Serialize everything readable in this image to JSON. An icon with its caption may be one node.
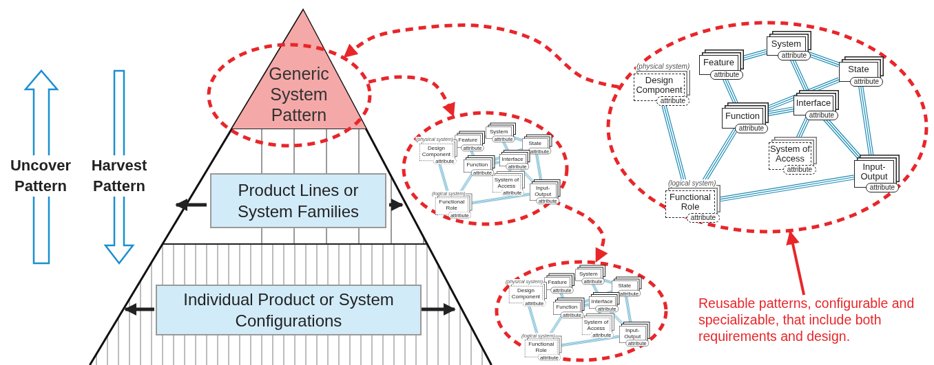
{
  "diagram": {
    "nodes": [
      {
        "text": [
          "Generic System Pattern"
        ]
      },
      {
        "text": [],
        "shape": "ellipse"
      },
      {
        "text": [
          "Product Lines or System Families"
        ]
      },
      {
        "text": [
          "Individual Product or System Configurations"
        ]
      },
      {
        "text": [],
        "shape": "ellipse"
      },
      {
        "text": [
          "System",
          "attribute"
        ],
        "in": 4
      },
      {
        "text": [
          "Feature",
          "attribute"
        ],
        "in": 4
      },
      {
        "text": [
          "State",
          "attribute"
        ],
        "in": 4
      },
      {
        "text": [
          "Design Component",
          "attribute"
        ],
        "in": 4,
        "beside": [
          "(physical system)"
        ]
      },
      {
        "text": [
          "Interface",
          "attribute"
        ],
        "in": 4
      },
      {
        "text": [
          "Function",
          "attribute"
        ],
        "in": 4
      },
      {
        "text": [
          "System of Access",
          "attribute"
        ],
        "in": 4
      },
      {
        "text": [
          "Input-Output",
          "attribute"
        ],
        "in": 4
      },
      {
        "text": [
          "Functional Role",
          "attribute"
        ],
        "in": 4,
        "beside": [
          "(logical system)"
        ]
      },
      {
        "text": [],
        "shape": "ellipse"
      },
      {
        "text": [
          "System",
          "attribute"
        ],
        "in": 14
      },
      {
        "text": [
          "Feature",
          "attribute"
        ],
        "in": 14
      },
      {
        "text": [
          "State",
          "attribute"
        ],
        "in": 14
      },
      {
        "text": [
          "Design Component",
          "attribute"
        ],
        "in": 14,
        "beside": [
          "(physical system)"
        ]
      },
      {
        "text": [
          "Interface",
          "attribute"
        ],
        "in": 14
      },
      {
        "text": [
          "Function",
          "attribute"
        ],
        "in": 14
      },
      {
        "text": [
          "System of Access",
          "attribute"
        ],
        "in": 14
      },
      {
        "text": [
          "Input-Output",
          "attribute"
        ],
        "in": 14
      },
      {
        "text": [
          "Functional Role",
          "attribute"
        ],
        "in": 14,
        "beside": [
          "(logical system)"
        ]
      },
      {
        "text": [],
        "shape": "ellipse"
      },
      {
        "text": [
          "System",
          "attribute"
        ],
        "in": 24
      },
      {
        "text": [
          "Feature",
          "attribute"
        ],
        "in": 24
      },
      {
        "text": [
          "State",
          "attribute"
        ],
        "in": 24
      },
      {
        "text": [
          "Design Component",
          "attribute"
        ],
        "in": 24,
        "beside": [
          "(physical system)"
        ]
      },
      {
        "text": [
          "Interface",
          "attribute"
        ],
        "in": 24
      },
      {
        "text": [
          "Function",
          "attribute"
        ],
        "in": 24
      },
      {
        "text": [
          "System of Access",
          "attribute"
        ],
        "in": 24
      },
      {
        "text": [
          "Input-Output",
          "attribute"
        ],
        "in": 24
      },
      {
        "text": [
          "Functional Role",
          "attribute"
        ],
        "in": 24,
        "beside": [
          "(logical system)"
        ]
      },
      {
        "text": [
          "Reusable patterns, configurable and specializable, that include both requirements and design."
        ]
      }
    ],
    "edges": [
      {
        "from": 24,
        "to": 1,
        "arrow": "to",
        "style": "dashed",
        "color": "#e8262a"
      },
      {
        "from": 1,
        "to": 4,
        "arrow": "to",
        "style": "dashed",
        "color": "#e8262a"
      },
      {
        "from": 4,
        "to": 14,
        "arrow": "to",
        "style": "dashed",
        "color": "#e8262a"
      },
      {
        "from": 34,
        "to": 24,
        "arrow": "to",
        "style": "thick",
        "color": "#e8262a"
      },
      {
        "from": 5,
        "to": 6,
        "arrow": "none"
      },
      {
        "from": 5,
        "to": 7,
        "arrow": "none"
      },
      {
        "from": 5,
        "to": 9,
        "arrow": "none"
      },
      {
        "from": 6,
        "to": 10,
        "arrow": "none"
      },
      {
        "from": 7,
        "to": 10,
        "arrow": "none"
      },
      {
        "from": 10,
        "to": 9,
        "arrow": "none"
      },
      {
        "from": 9,
        "to": 12,
        "arrow": "none"
      },
      {
        "from": 7,
        "to": 12,
        "arrow": "none"
      },
      {
        "from": 9,
        "to": 11,
        "arrow": "none"
      },
      {
        "from": 8,
        "to": 13,
        "arrow": "none"
      },
      {
        "from": 10,
        "to": 13,
        "arrow": "none"
      },
      {
        "from": 13,
        "to": 12,
        "arrow": "none"
      },
      {
        "from": 15,
        "to": 16,
        "arrow": "none"
      },
      {
        "from": 15,
        "to": 17,
        "arrow": "none"
      },
      {
        "from": 15,
        "to": 19,
        "arrow": "none"
      },
      {
        "from": 16,
        "to": 20,
        "arrow": "none"
      },
      {
        "from": 17,
        "to": 20,
        "arrow": "none"
      },
      {
        "from": 20,
        "to": 19,
        "arrow": "none"
      },
      {
        "from": 19,
        "to": 22,
        "arrow": "none"
      },
      {
        "from": 17,
        "to": 22,
        "arrow": "none"
      },
      {
        "from": 19,
        "to": 21,
        "arrow": "none"
      },
      {
        "from": 18,
        "to": 23,
        "arrow": "none"
      },
      {
        "from": 20,
        "to": 23,
        "arrow": "none"
      },
      {
        "from": 23,
        "to": 22,
        "arrow": "none"
      },
      {
        "from": 25,
        "to": 26,
        "arrow": "none"
      },
      {
        "from": 25,
        "to": 27,
        "arrow": "none"
      },
      {
        "from": 25,
        "to": 29,
        "arrow": "none"
      },
      {
        "from": 26,
        "to": 30,
        "arrow": "none"
      },
      {
        "from": 27,
        "to": 30,
        "arrow": "none"
      },
      {
        "from": 30,
        "to": 29,
        "arrow": "none"
      },
      {
        "from": 29,
        "to": 32,
        "arrow": "none"
      },
      {
        "from": 27,
        "to": 32,
        "arrow": "none"
      },
      {
        "from": 29,
        "to": 31,
        "arrow": "none"
      },
      {
        "from": 28,
        "to": 33,
        "arrow": "none"
      },
      {
        "from": 30,
        "to": 33,
        "arrow": "none"
      },
      {
        "from": 33,
        "to": 32,
        "arrow": "none"
      }
    ],
    "labels": [
      "Uncover Pattern",
      "Harvest Pattern"
    ]
  }
}
